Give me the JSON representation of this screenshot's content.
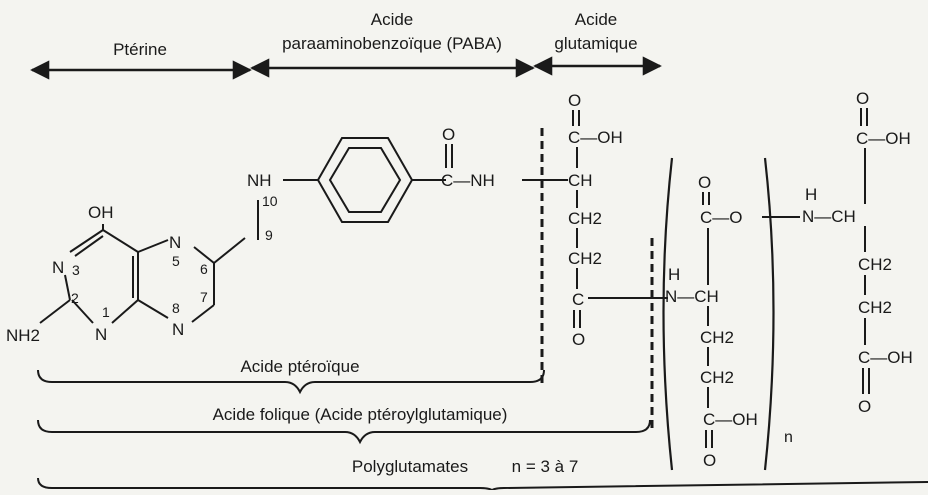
{
  "colors": {
    "ink": "#1a1a1a",
    "paper": "#f4f4f0"
  },
  "sections": {
    "pterine": "Ptérine",
    "paba_line1": "Acide",
    "paba_line2": "paraaminobenzoïque (PABA)",
    "glu_line1": "Acide",
    "glu_line2": "glutamique"
  },
  "atoms": {
    "oh": "OH",
    "o": "O",
    "c": "C",
    "n": "N",
    "h": "H",
    "ch": "CH",
    "ch2": "CH2",
    "nh": "NH",
    "nh2": "NH2",
    "c_oh": "C—OH",
    "c_nh": "C—NH",
    "n_ch": "N—CH",
    "c_o": "C—O",
    "coh_dash": "—OH",
    "n_dash": "N—"
  },
  "atom_numbers": {
    "n1": "1",
    "n2": "2",
    "n3": "3",
    "n5": "5",
    "n6": "6",
    "n7": "7",
    "n8": "8",
    "n9": "9",
    "n10": "10"
  },
  "repeat_index": "n",
  "braces": {
    "pteroic": "Acide ptéroïque",
    "folic": "Acide folique (Acide ptéroylglutamique)",
    "polyglutamates": "Polyglutamates",
    "range": "n = 3 à 7"
  }
}
